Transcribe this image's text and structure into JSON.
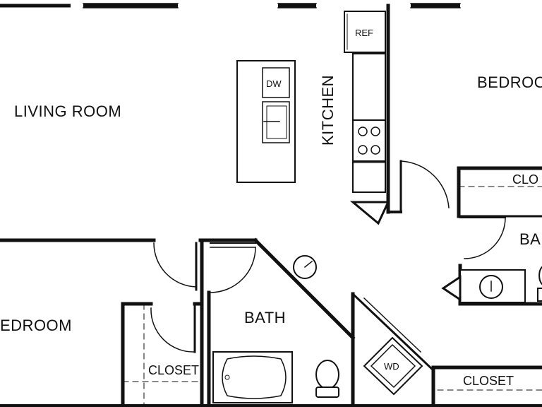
{
  "rooms": {
    "living_room": "LIVING ROOM",
    "kitchen": "KITCHEN",
    "bedroom_right": "BEDROO",
    "bedroom_left": "EDROOM",
    "bath_center": "BATH",
    "bath_right": "BA",
    "closet_left": "CLOSET",
    "closet_right": "CLOSET",
    "closet_top_right": "CLO"
  },
  "fixtures": {
    "refrigerator": "REF",
    "dishwasher": "DW",
    "washer_dryer": "WD"
  },
  "colors": {
    "wall": "#111111",
    "background": "#ffffff",
    "window": "#ffffff"
  }
}
